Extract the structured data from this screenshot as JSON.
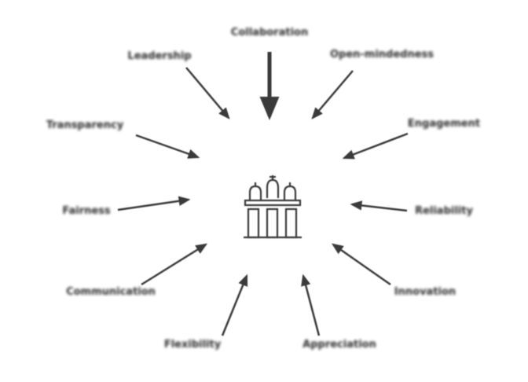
{
  "diagram": {
    "type": "radial-diagram",
    "background_color": "#ffffff",
    "arrow_color": "#3a3a3a",
    "text_color": "#2e2e2e",
    "center": {
      "icon": "castle-emblem-icon"
    },
    "labels": [
      {
        "id": "top-center",
        "text": "Collaboration"
      },
      {
        "id": "top-left",
        "text": "Leadership"
      },
      {
        "id": "top-right",
        "text": "Open-mindedness"
      },
      {
        "id": "left-upper",
        "text": "Transparency"
      },
      {
        "id": "right-upper",
        "text": "Engagement"
      },
      {
        "id": "left-middle",
        "text": "Fairness"
      },
      {
        "id": "right-middle",
        "text": "Reliability"
      },
      {
        "id": "left-lower",
        "text": "Communication"
      },
      {
        "id": "right-lower",
        "text": "Innovation"
      },
      {
        "id": "bottom-left",
        "text": "Flexibility"
      },
      {
        "id": "bottom-right",
        "text": "Appreciation"
      }
    ]
  }
}
